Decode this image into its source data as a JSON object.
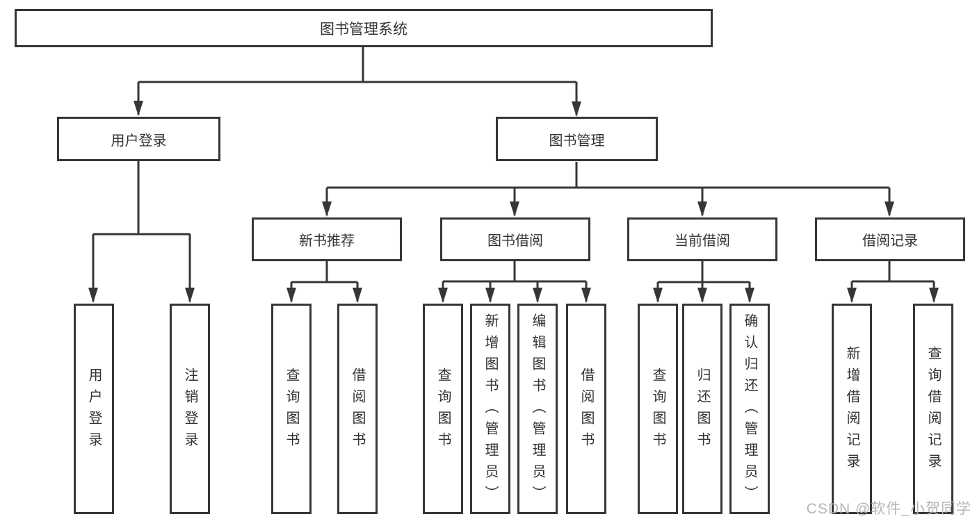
{
  "diagram": {
    "root": {
      "label": "图书管理系统"
    },
    "level2": [
      {
        "label": "用户登录"
      },
      {
        "label": "图书管理"
      }
    ],
    "level3": [
      {
        "label": "新书推荐",
        "parent": "图书管理"
      },
      {
        "label": "图书借阅",
        "parent": "图书管理"
      },
      {
        "label": "当前借阅",
        "parent": "图书管理"
      },
      {
        "label": "借阅记录",
        "parent": "图书管理"
      }
    ],
    "leaves": [
      {
        "label": "用户登录",
        "parent": "用户登录"
      },
      {
        "label": "注销登录",
        "parent": "用户登录"
      },
      {
        "label": "查询图书",
        "parent": "新书推荐"
      },
      {
        "label": "借阅图书",
        "parent": "新书推荐"
      },
      {
        "label": "查询图书",
        "parent": "图书借阅"
      },
      {
        "label": "新增图书（管理员）",
        "parent": "图书借阅"
      },
      {
        "label": "编辑图书（管理员）",
        "parent": "图书借阅"
      },
      {
        "label": "借阅图书",
        "parent": "图书借阅"
      },
      {
        "label": "查询图书",
        "parent": "当前借阅"
      },
      {
        "label": "归还图书",
        "parent": "当前借阅"
      },
      {
        "label": "确认归还（管理员）",
        "parent": "当前借阅"
      },
      {
        "label": "新增借阅记录",
        "parent": "借阅记录"
      },
      {
        "label": "查询借阅记录",
        "parent": "借阅记录"
      }
    ],
    "watermark": "CSDN @软件_小贺同学",
    "colors": {
      "line": "#363636",
      "text": "#333333",
      "watermark": "#b5b5b5",
      "background": "#ffffff"
    }
  }
}
